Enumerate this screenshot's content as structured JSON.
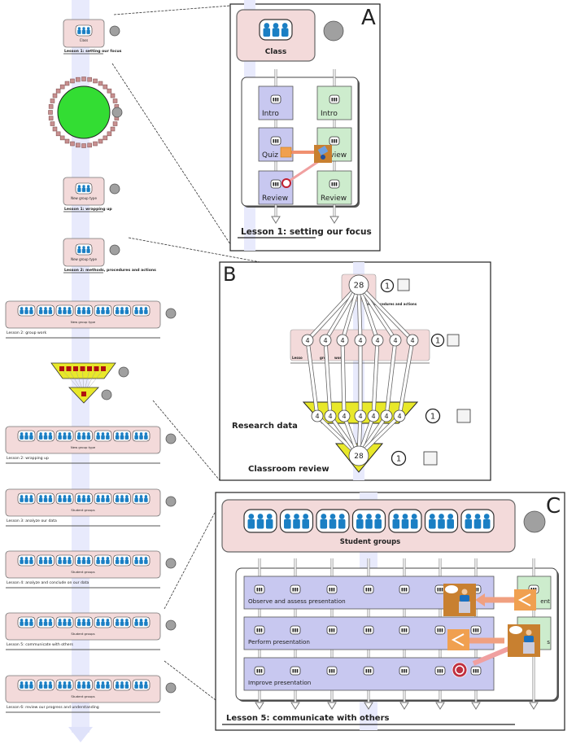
{
  "colors": {
    "pink_box": "#f3dada",
    "group_icon_blue": "#1a7fc4",
    "activity_blue": "#c8c8f0",
    "activity_green": "#cdeccd",
    "green_circle": "#33dd33",
    "funnel_yellow": "#e8e82a",
    "funnel_red": "#b01010",
    "gray_circle": "#a0a0a0",
    "tool_orange": "#f0a050",
    "flow_band": "#e8eafc"
  },
  "timeline": [
    {
      "kind": "single",
      "group_label": "Class",
      "title": "Lesson 1: setting our focus"
    },
    {
      "kind": "circle"
    },
    {
      "kind": "single",
      "group_label": "New group type",
      "title": "Lesson 1: wrapping up"
    },
    {
      "kind": "single",
      "group_label": "New group type",
      "title": "Lesson 2: methods, procedures and actions"
    },
    {
      "kind": "multi",
      "group_label": "New group type",
      "title": "Lesson 2: group work"
    },
    {
      "kind": "funnel"
    },
    {
      "kind": "multi",
      "group_label": "New group type",
      "title": "Lesson 2: wrapping up"
    },
    {
      "kind": "multi",
      "group_label": "Student groups",
      "title": "Lesson 3: analyze our data"
    },
    {
      "kind": "multi",
      "group_label": "Student groups",
      "title": "Lesson 4: analyze and conclude on our data"
    },
    {
      "kind": "multi",
      "group_label": "Student groups",
      "title": "Lesson 5: communicate with others"
    },
    {
      "kind": "multi",
      "group_label": "Student groups",
      "title": "Lesson 6: review our progress and understanding"
    }
  ],
  "panel_a": {
    "letter": "A",
    "group_label": "Class",
    "title": "Lesson 1: setting our focus",
    "blue_activities": [
      "Intro",
      "Quiz",
      "Review"
    ],
    "green_activities": [
      "Intro",
      "Review",
      "Review"
    ],
    "icons": [
      "share-tool-icon",
      "presenter-tool-icon",
      "repeat-icon"
    ]
  },
  "panel_b": {
    "letter": "B",
    "top_count": "28",
    "top_label_fragment": "ds, procedures and actions",
    "group_count": "4",
    "group_label_fragment": "Lesso",
    "group_label_fragment2": "gro",
    "group_label_fragment3": "wor",
    "one": "1",
    "research_label": "Research data",
    "review_label": "Classroom review",
    "review_count": "28"
  },
  "panel_c": {
    "letter": "C",
    "group_label": "Student groups",
    "title": "Lesson 5: communicate with others",
    "rows": [
      "Observe and assess presentation",
      "Perform presentation",
      "Improve presentation"
    ],
    "green_fragments": [
      "ent",
      "s"
    ],
    "icons": [
      "presenter-tool-icon",
      "share-tool-icon",
      "repeat-icon"
    ]
  }
}
